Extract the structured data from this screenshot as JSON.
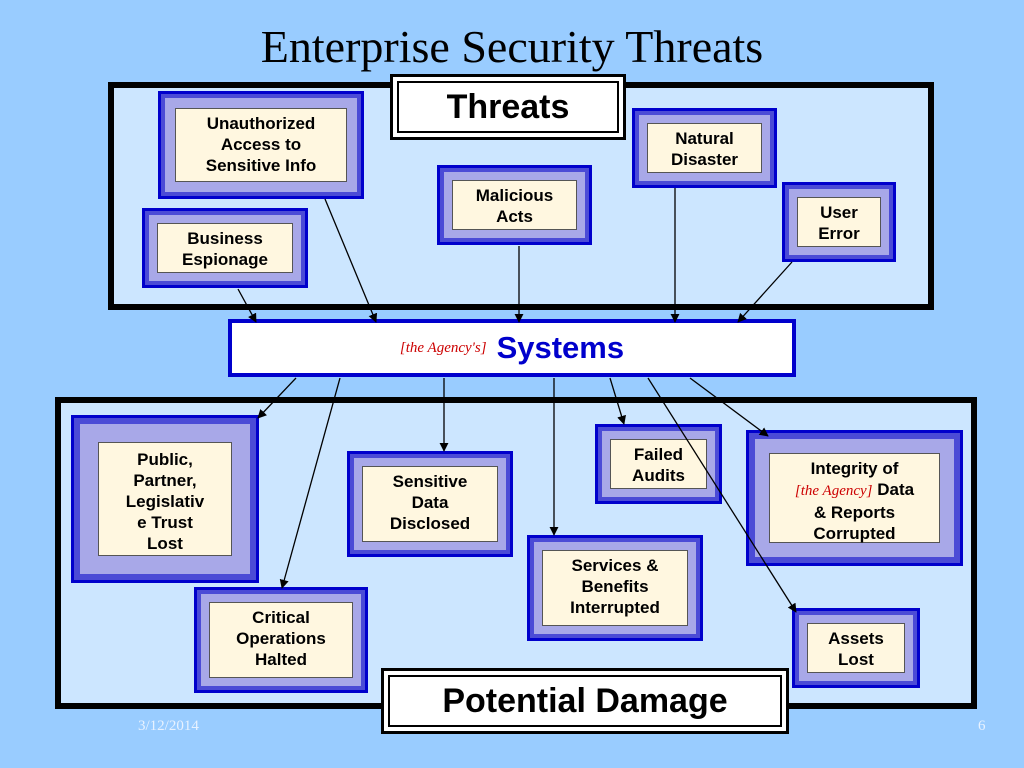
{
  "title": "Enterprise Security Threats",
  "threats_label": "Threats",
  "damage_label": "Potential Damage",
  "systems": {
    "prefix": "[the Agency's]",
    "label": "Systems"
  },
  "threats": {
    "unauthorized": [
      "Unauthorized",
      "Access to",
      "Sensitive Info"
    ],
    "espionage": [
      "Business",
      "Espionage"
    ],
    "malicious": [
      "Malicious",
      "Acts"
    ],
    "natural": [
      "Natural",
      "Disaster"
    ],
    "user_error": [
      "User",
      "Error"
    ]
  },
  "damages": {
    "trust": [
      "Public,",
      "Partner,",
      "Legislativ",
      "e Trust",
      "Lost"
    ],
    "sensitive": [
      "Sensitive",
      "Data",
      "Disclosed"
    ],
    "audits": [
      "Failed",
      "Audits"
    ],
    "integrity_l1": "Integrity of",
    "integrity_agency": "[the Agency]",
    "integrity_data": " Data",
    "integrity_l3": "& Reports",
    "integrity_l4": "Corrupted",
    "services": [
      "Services &",
      "Benefits",
      "Interrupted"
    ],
    "critical": [
      "Critical",
      "Operations",
      "Halted"
    ],
    "assets": [
      "Assets",
      "Lost"
    ]
  },
  "footer": {
    "date": "3/12/2014",
    "page": "6"
  }
}
